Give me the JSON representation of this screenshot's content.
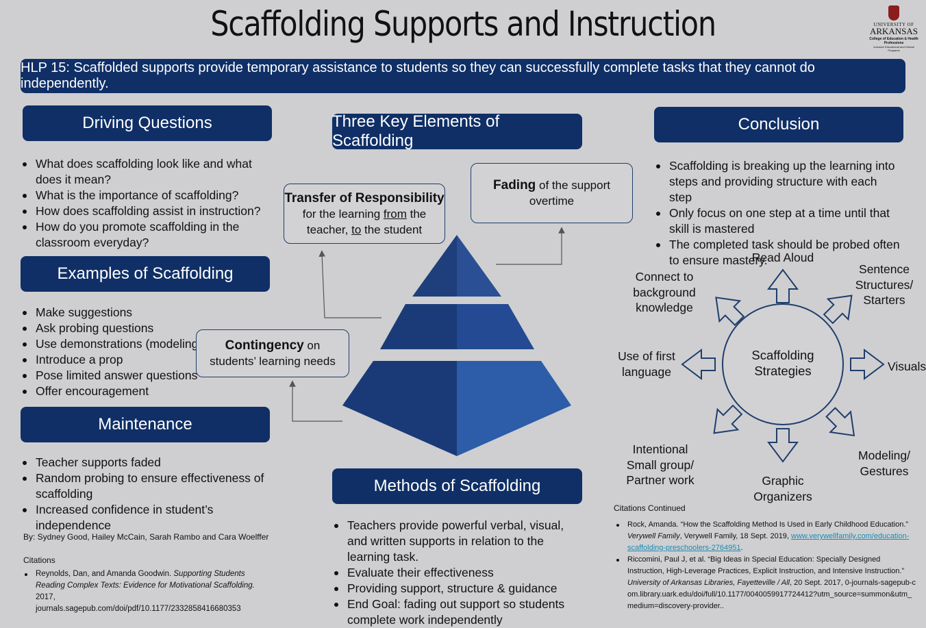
{
  "title": "Scaffolding Supports and Instruction",
  "logo": {
    "line1": "UNIVERSITY OF",
    "line2": "ARKANSAS",
    "line3": "College of Education & Health Professions",
    "line4": "Inclusive Educational and Clinical Programs"
  },
  "banner": "HLP 15: Scaffolded supports provide temporary assistance to students so they can successfully complete tasks that they cannot do independently.",
  "driving": {
    "header": "Driving Questions",
    "items": [
      "What does scaffolding look like and what does it mean?",
      "What is the importance of scaffolding?",
      "How does scaffolding assist in instruction?",
      "How do you promote scaffolding in the classroom everyday?"
    ]
  },
  "examples": {
    "header": "Examples of Scaffolding",
    "items": [
      "Make suggestions",
      "Ask probing questions",
      "Use demonstrations (modeling)",
      "Introduce a prop",
      "Pose limited answer questions",
      "Offer encouragement"
    ]
  },
  "maintenance": {
    "header": "Maintenance",
    "items": [
      "Teacher supports faded",
      "Random probing to ensure effectiveness of scaffolding",
      "Increased confidence in student’s independence"
    ]
  },
  "authors": "By: Sydney Good, Hailey McCain, Sarah Rambo and Cara Woelffer",
  "citations": {
    "header": "Citations",
    "item1_a": "Reynolds, Dan, and Amanda Goodwin. ",
    "item1_i": "Supporting Students Reading Complex Texts: Evidence for Motivational Scaffolding.",
    "item1_b": " 2017, journals.sagepub.com/doi/pdf/10.1177/2332858416680353"
  },
  "key": {
    "header": "Three Key Elements of Scaffolding",
    "transfer_title": "Transfer of Responsibility",
    "transfer_p1": "for the learning ",
    "transfer_from": "from",
    "transfer_p2": " the teacher, ",
    "transfer_to": "to",
    "transfer_p3": " the student",
    "fading_title": "Fading",
    "fading_text": " of the support overtime",
    "contingency_title": "Contingency",
    "contingency_text": " on students’ learning needs"
  },
  "methods": {
    "header": "Methods of Scaffolding",
    "items": [
      "Teachers provide powerful verbal, visual, and written supports in relation to the learning task.",
      "Evaluate their effectiveness",
      "Providing support, structure & guidance",
      "End Goal: fading out support so students complete work independently"
    ]
  },
  "conclusion": {
    "header": "Conclusion",
    "items": [
      "Scaffolding is breaking up the learning into steps and providing structure with each step",
      "Only focus on one step at a time until that skill is mastered",
      "The completed task should be probed often to ensure mastery."
    ]
  },
  "strategies": {
    "center": "Scaffolding Strategies",
    "read_aloud": "Read Aloud",
    "sentence": "Sentence Structures/ Starters",
    "visuals": "Visuals",
    "modeling": "Modeling/ Gestures",
    "graphic": "Graphic Organizers",
    "small_group": "Intentional Small group/ Partner work",
    "first_lang": "Use of first language",
    "background": "Connect to background knowledge"
  },
  "citations2": {
    "header": "Citations Continued",
    "c1_a": "Rock, Amanda. “How the Scaffolding Method Is Used in Early Childhood Education.” ",
    "c1_i": "Verywell Family",
    "c1_b": ", Verywell Family, 18 Sept. 2019, ",
    "c1_link": "www.verywellfamily.com/education-scaffolding-preschoolers-2764951",
    "c1_c": ".",
    "c2_a": "Riccomini, Paul J, et al. “Big Ideas in Special Education: Specially Designed Instruction, High-Leverage Practices, Explicit Instruction, and Intensive Instruction.” ",
    "c2_i": "University of Arkansas Libraries, Fayetteville / All",
    "c2_b": ", 20 Sept. 2017, 0-journals-sagepub-com.library.uark.edu/doi/full/10.1177/0040059917724412?utm_source=summon&utm_medium=discovery-provider.."
  },
  "colors": {
    "navy": "#0f2f66",
    "pyramid_dark": "#1b3d7a",
    "pyramid_light": "#2a5aa8",
    "background": "#cfcfd1",
    "link": "#1a8bb5"
  }
}
